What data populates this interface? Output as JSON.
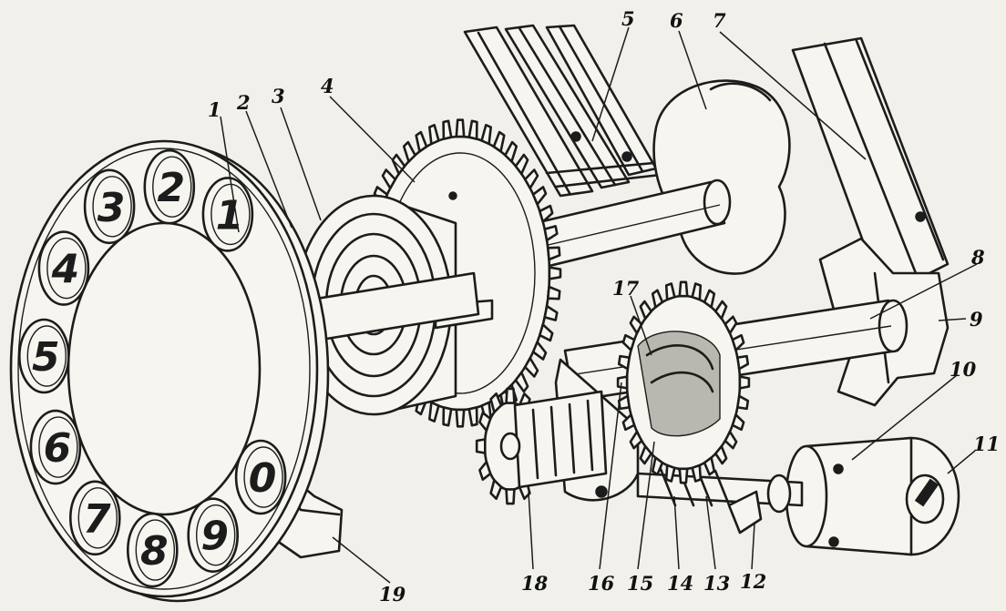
{
  "diagram": {
    "colors": {
      "ink": "#1c1c1c",
      "paper": "#f1f0ea"
    },
    "dial_digits": [
      "1",
      "2",
      "3",
      "4",
      "5",
      "6",
      "7",
      "8",
      "9",
      "0"
    ],
    "callouts": [
      "1",
      "2",
      "3",
      "4",
      "5",
      "6",
      "7",
      "8",
      "9",
      "10",
      "11",
      "12",
      "13",
      "14",
      "15",
      "16",
      "17",
      "18",
      "19"
    ]
  }
}
